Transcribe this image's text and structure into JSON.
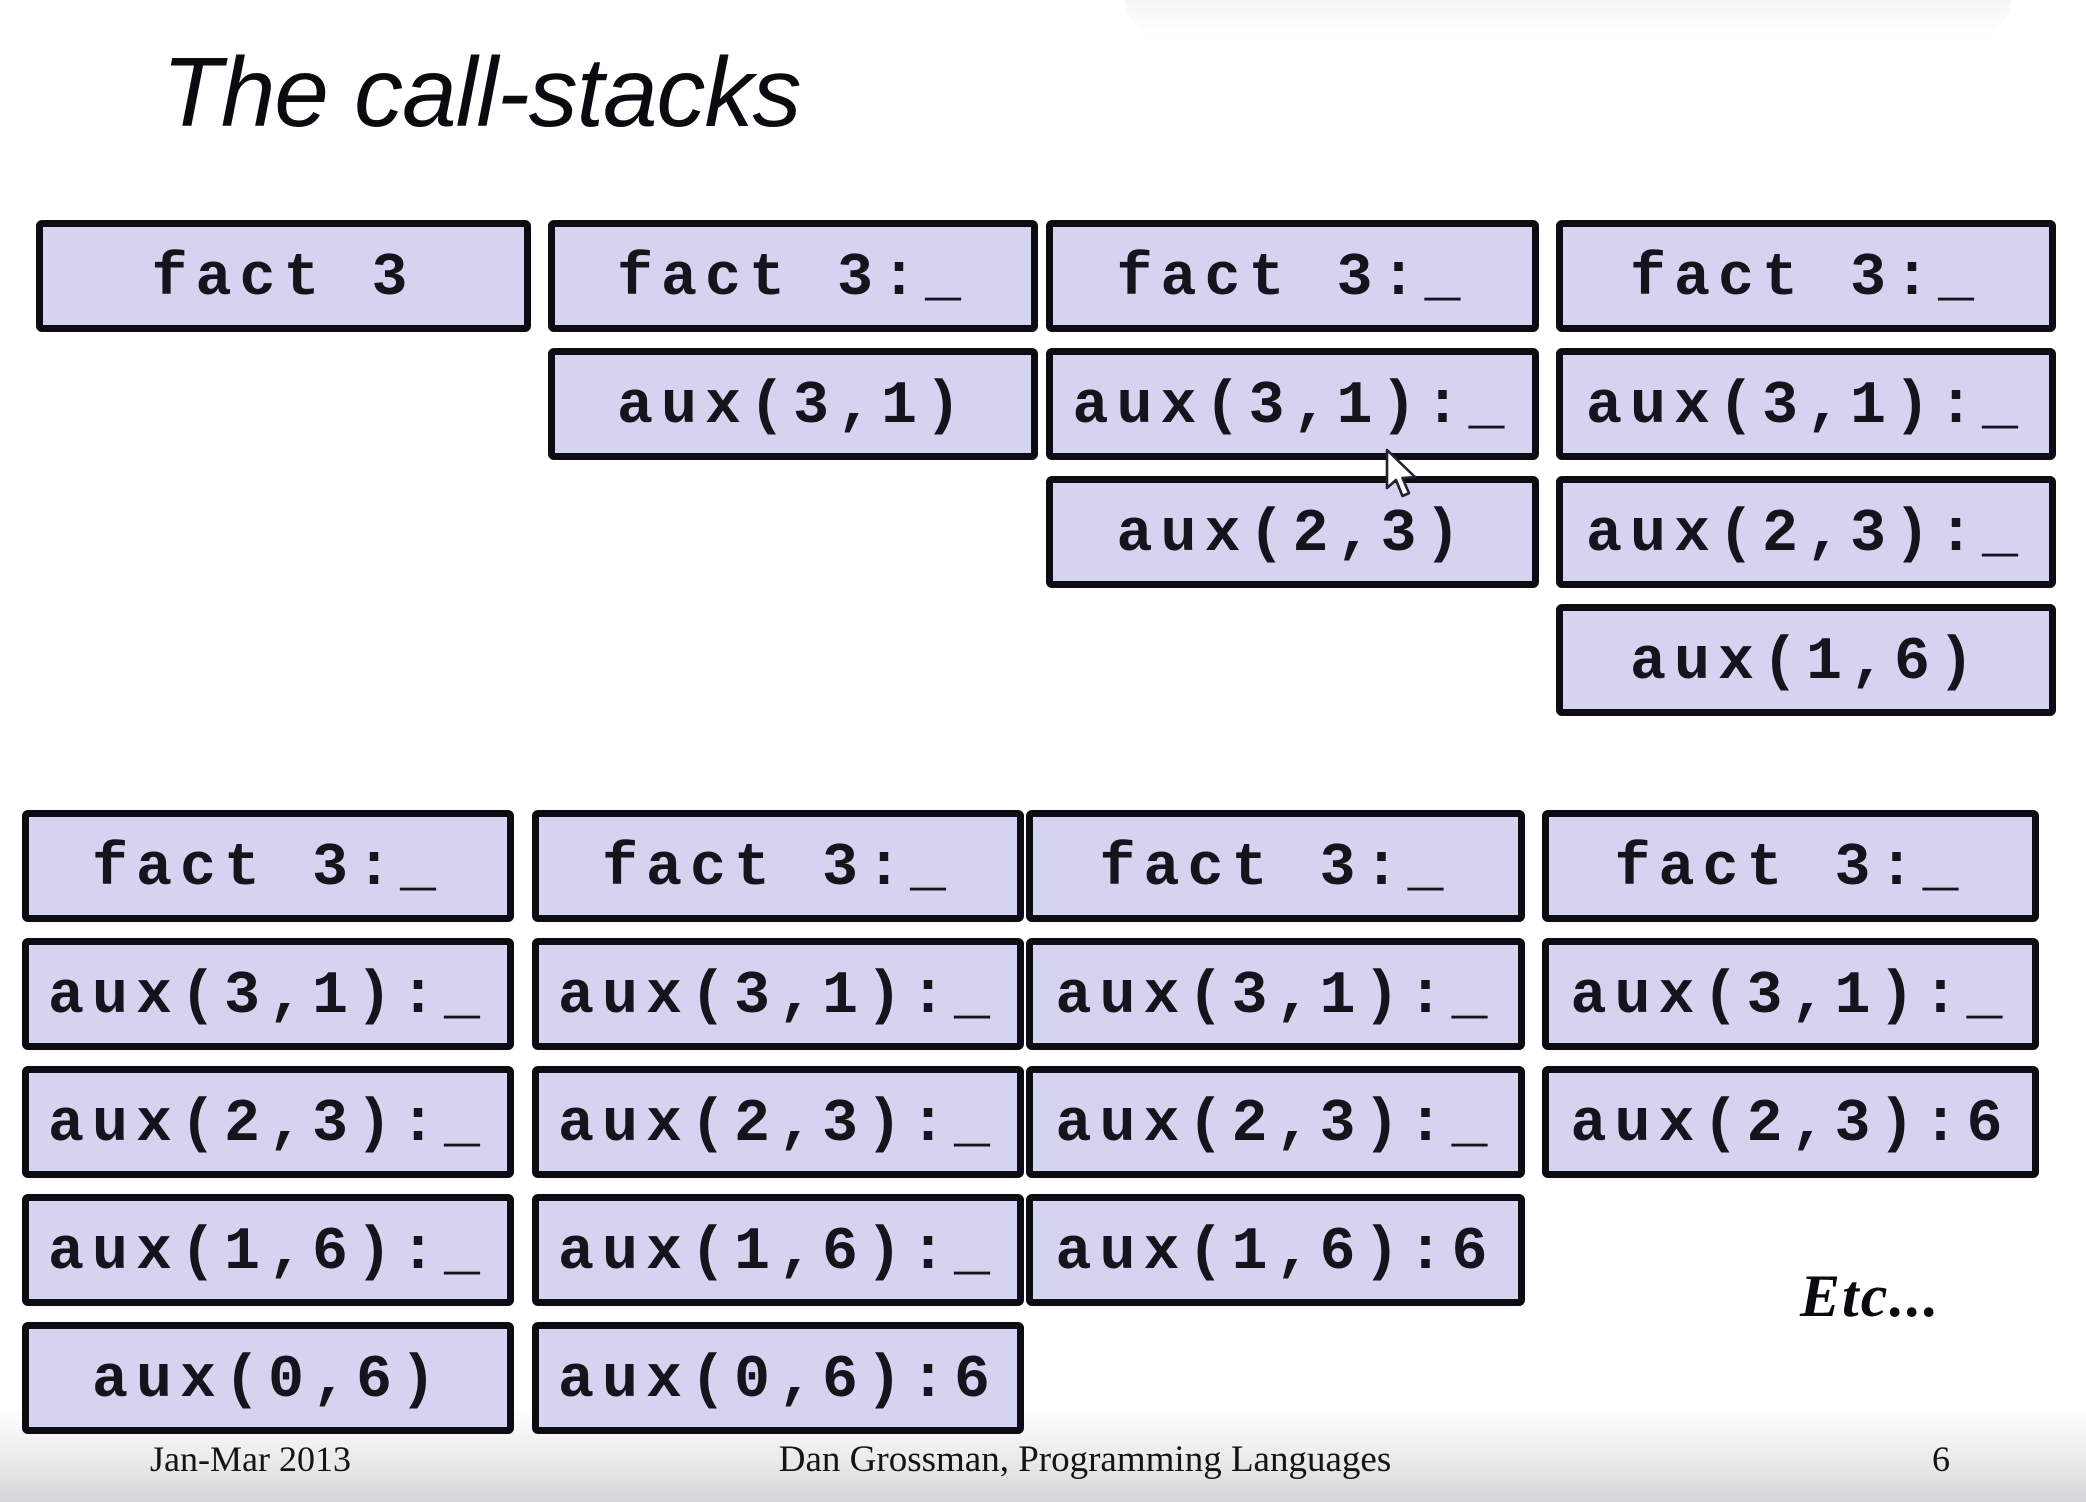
{
  "slide": {
    "title": "The call-stacks",
    "etc_label": "Etc...",
    "footer": {
      "date": "Jan-Mar 2013",
      "center": "Dan Grossman, Programming Languages",
      "page_number": "6"
    }
  },
  "colors": {
    "frame_fill": "#d5d4f0",
    "frame_border": "#0c0c12",
    "text": "#14141d"
  },
  "stacks": {
    "top": [
      {
        "frames": [
          "fact 3"
        ]
      },
      {
        "frames": [
          "fact 3:_",
          "aux(3,1)"
        ]
      },
      {
        "frames": [
          "fact 3:_",
          "aux(3,1):_",
          "aux(2,3)"
        ]
      },
      {
        "frames": [
          "fact 3:_",
          "aux(3,1):_",
          "aux(2,3):_",
          "aux(1,6)"
        ]
      }
    ],
    "bottom": [
      {
        "frames": [
          "fact 3:_",
          "aux(3,1):_",
          "aux(2,3):_",
          "aux(1,6):_",
          "aux(0,6)"
        ]
      },
      {
        "frames": [
          "fact 3:_",
          "aux(3,1):_",
          "aux(2,3):_",
          "aux(1,6):_",
          "aux(0,6):6"
        ]
      },
      {
        "frames": [
          "fact 3:_",
          "aux(3,1):_",
          "aux(2,3):_",
          "aux(1,6):6"
        ]
      },
      {
        "frames": [
          "fact 3:_",
          "aux(3,1):_",
          "aux(2,3):6"
        ]
      }
    ]
  },
  "cursor": {
    "type": "arrow-pointer"
  }
}
